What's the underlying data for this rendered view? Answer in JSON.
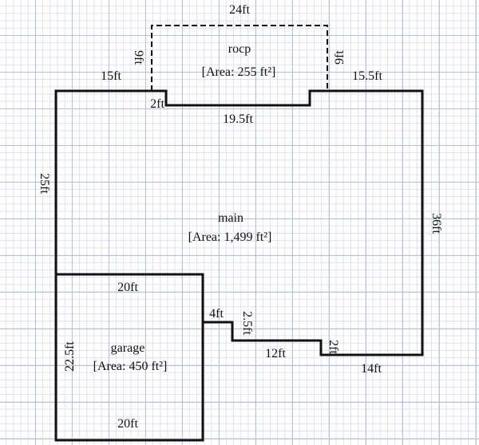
{
  "rooms": {
    "rocp": {
      "name": "rocp",
      "area": "[Area: 255 ft²]"
    },
    "main": {
      "name": "main",
      "area": "[Area: 1,499 ft²]"
    },
    "garage": {
      "name": "garage",
      "area": "[Area: 450 ft²]"
    }
  },
  "dimensions": {
    "rocp_top": "24ft",
    "rocp_left": "9ft",
    "rocp_right": "9ft",
    "main_top_left": "15ft",
    "main_top_right": "15.5ft",
    "main_notch_depth": "2ft",
    "main_notch_width": "19.5ft",
    "main_left": "25ft",
    "main_right": "36ft",
    "step_4": "4ft",
    "step_2_5": "2.5ft",
    "step_12": "12ft",
    "step_2": "2ft",
    "main_bottom": "14ft",
    "garage_top": "20ft",
    "garage_left": "22.5ft",
    "garage_bottom": "20ft"
  },
  "colors": {
    "wall": "#111111",
    "grid": "#b9c0d8"
  }
}
